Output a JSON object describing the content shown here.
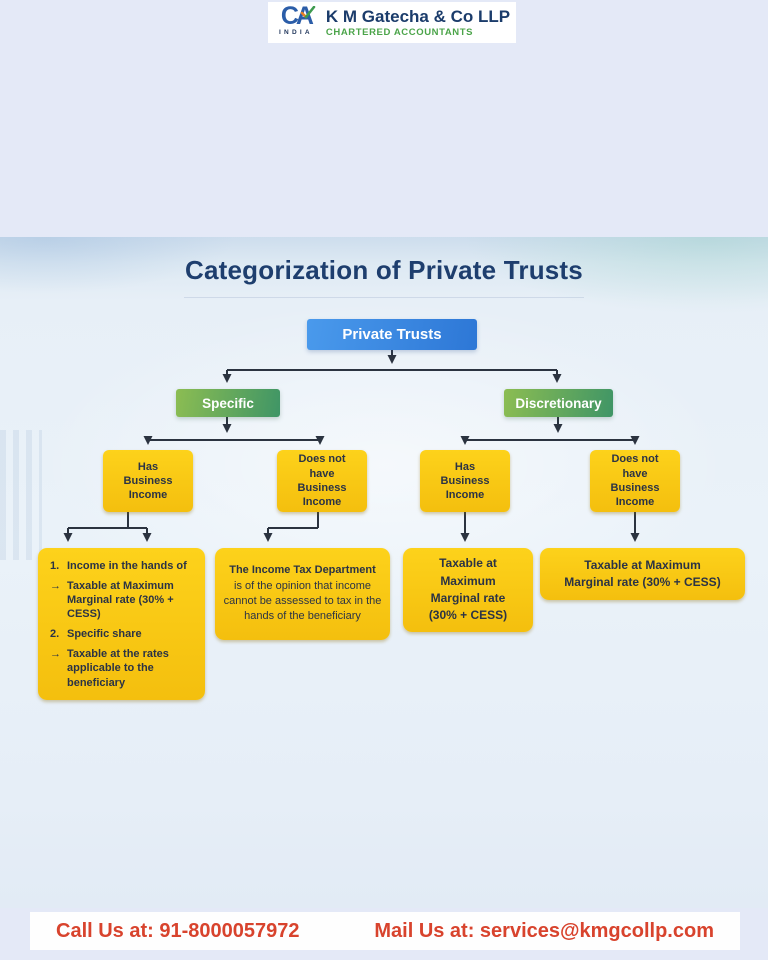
{
  "colors": {
    "accent_blue": "#3b82dd",
    "accent_green": "#55a05c",
    "accent_yellow": "#f7c712",
    "accent_red": "#d8432d",
    "title_navy": "#1e3e6e"
  },
  "header": {
    "logo": {
      "ca": "CA",
      "india": "INDIA",
      "firm": "K M Gatecha & Co LLP",
      "tagline": "CHARTERED ACCOUNTANTS"
    }
  },
  "diagram": {
    "title": "Categorization of Private Trusts",
    "root_label": "Private Trusts",
    "branches": [
      {
        "label": "Specific"
      },
      {
        "label": "Discretionary"
      }
    ],
    "l2_boxes": [
      {
        "label": "Has\nBusiness\nIncome"
      },
      {
        "label": "Does not\nhave\nBusiness\nIncome"
      },
      {
        "label": "Has\nBusiness\nIncome"
      },
      {
        "label": "Does not\nhave\nBusiness\nIncome"
      }
    ],
    "leaf1": {
      "items": [
        {
          "marker": "1.",
          "text": "Income in the hands of"
        },
        {
          "marker": "→",
          "text": "Taxable at Maximum Marginal rate (30% + CESS)"
        },
        {
          "marker": "2.",
          "text": "Specific share"
        },
        {
          "marker": "→",
          "text": "Taxable at the rates applicable to the beneficiary"
        }
      ]
    },
    "leaf2": {
      "line1_prefix": "The ",
      "line1_bold": "Income",
      "line1_suffix": " Tax Department",
      "rest": "is of the opinion that income cannot be assessed to tax in the hands of the beneficiary"
    },
    "leaf3": {
      "text": "Taxable at\nMaximum\nMarginal rate\n(30% + CESS)"
    },
    "leaf4": {
      "text": "Taxable at Maximum\nMarginal rate (30% + CESS)"
    }
  },
  "footer": {
    "call": "Call Us at: 91-8000057972",
    "mail": "Mail Us at: services@kmgcollp.com"
  }
}
